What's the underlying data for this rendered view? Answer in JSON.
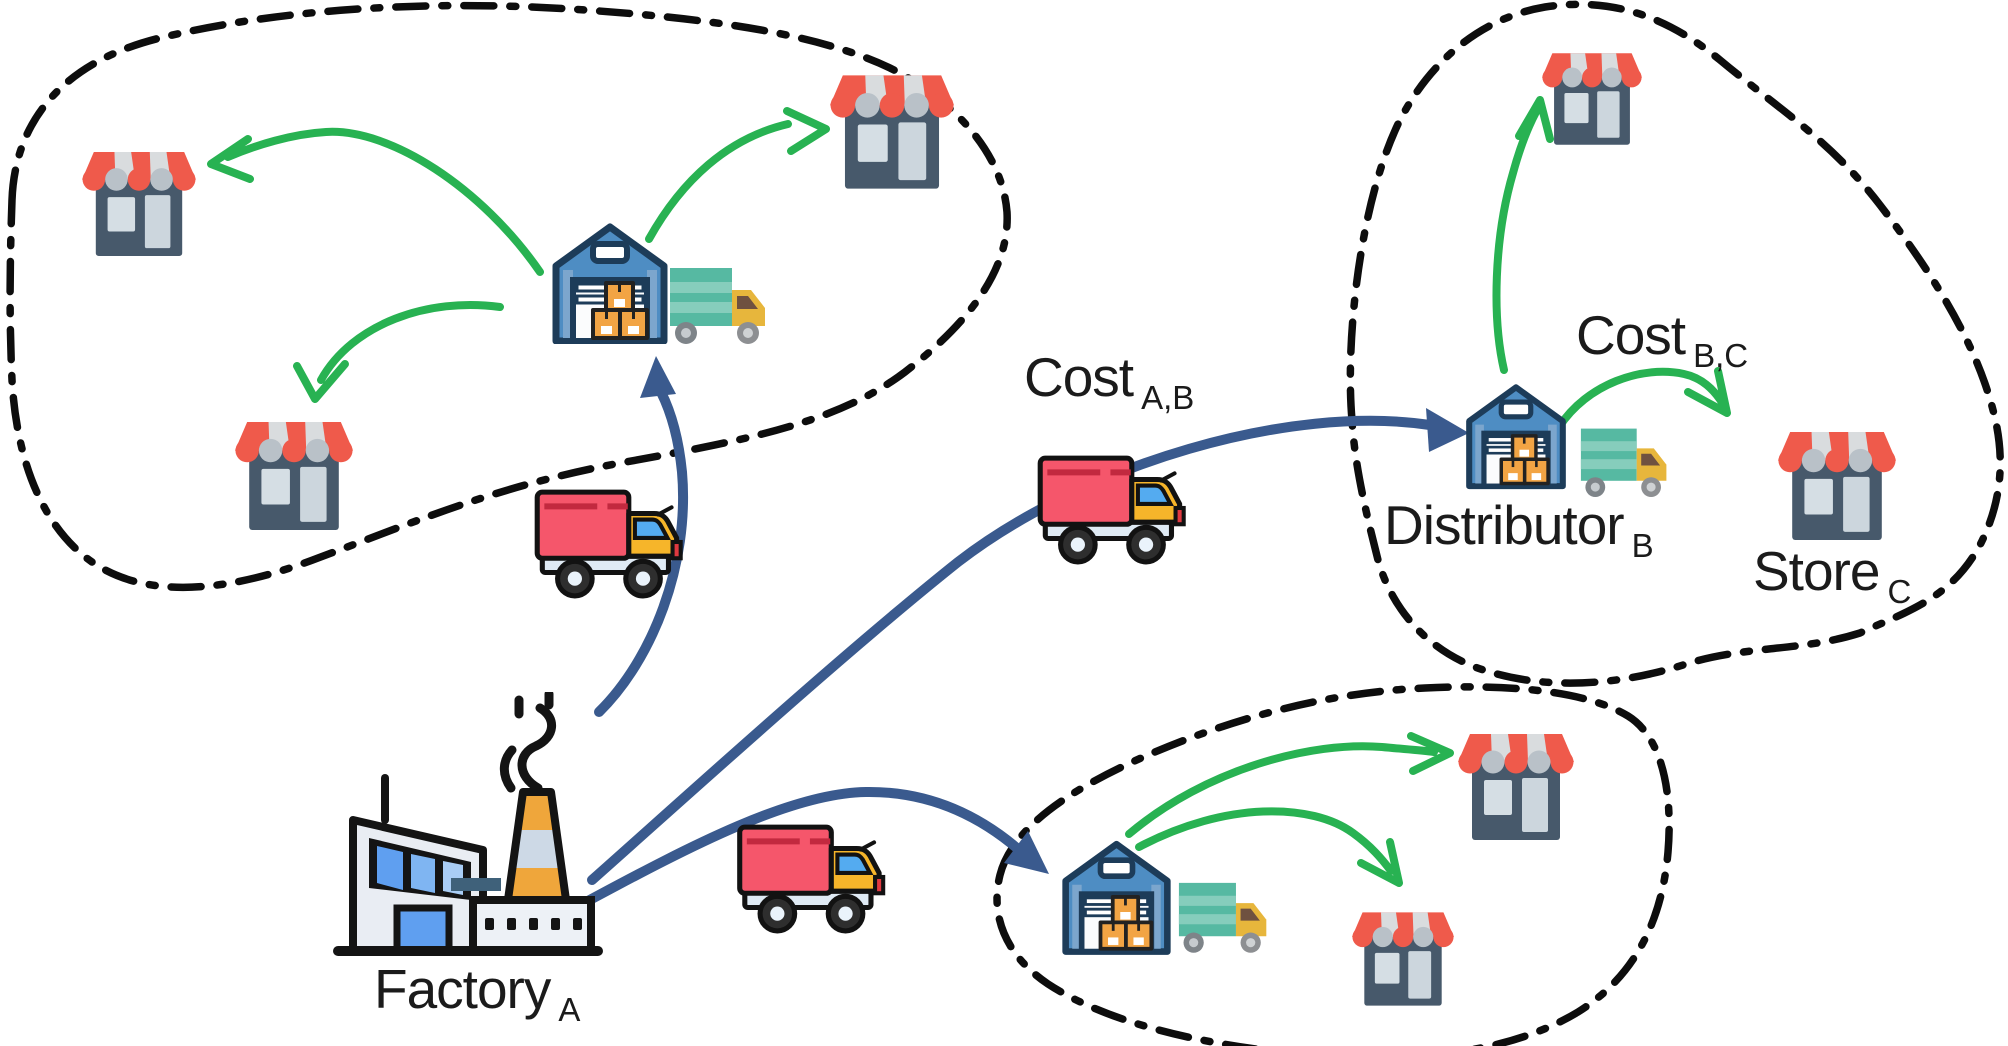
{
  "diagram_type": "supply-chain-network",
  "labels": {
    "factory": {
      "text": "Factory",
      "sub": "A"
    },
    "cost_ab": {
      "text": "Cost",
      "sub": "A,B"
    },
    "cost_bc": {
      "text": "Cost",
      "sub": "B,C"
    },
    "distributor_b": {
      "text": "Distributor",
      "sub": "B"
    },
    "store_c": {
      "text": "Store",
      "sub": "C"
    }
  },
  "colors": {
    "background": "#ffffff",
    "route_arrow_blue": "#3a5a8e",
    "delivery_arrow_green": "#28b252",
    "cluster_outline": "#0d0d0d",
    "store_awning_red": "#ef5a4b",
    "store_body_slate": "#47596b",
    "warehouse_blue": "#4e8dc3",
    "box_truck_red": "#f5566b",
    "cargo_truck_teal": "#56b9a2",
    "truck_cab_yellow": "#f6b52a"
  },
  "icons": {
    "factory": "factory-icon",
    "warehouse": "warehouse-icon",
    "store": "storefront-icon",
    "box_truck": "box-truck-icon",
    "cargo_truck": "cargo-truck-icon"
  },
  "network": {
    "source": "Factory A",
    "regions": [
      {
        "name": "northwest-region",
        "hub": "distribution warehouse",
        "stores_served": 3
      },
      {
        "name": "northeast-region",
        "hub": "Distributor B",
        "stores_served": 2
      },
      {
        "name": "southeast-region",
        "hub": "distribution warehouse",
        "stores_served": 2
      }
    ],
    "factory_routes": 3,
    "route_labels": [
      "Cost A,B",
      "Cost B,C"
    ]
  }
}
